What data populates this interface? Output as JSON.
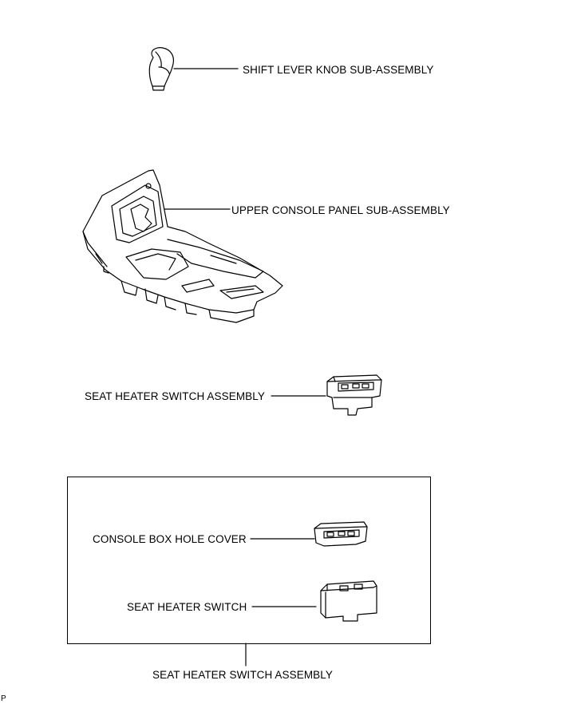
{
  "labels": {
    "shift_knob": "SHIFT LEVER KNOB SUB-ASSEMBLY",
    "upper_console": "UPPER CONSOLE PANEL SUB-ASSEMBLY",
    "seat_heater_assembly": "SEAT HEATER SWITCH ASSEMBLY",
    "console_box_hole_cover": "CONSOLE BOX HOLE COVER",
    "seat_heater_switch": "SEAT HEATER SWITCH",
    "seat_heater_assembly_group": "SEAT HEATER SWITCH ASSEMBLY"
  },
  "corner_mark": "P"
}
